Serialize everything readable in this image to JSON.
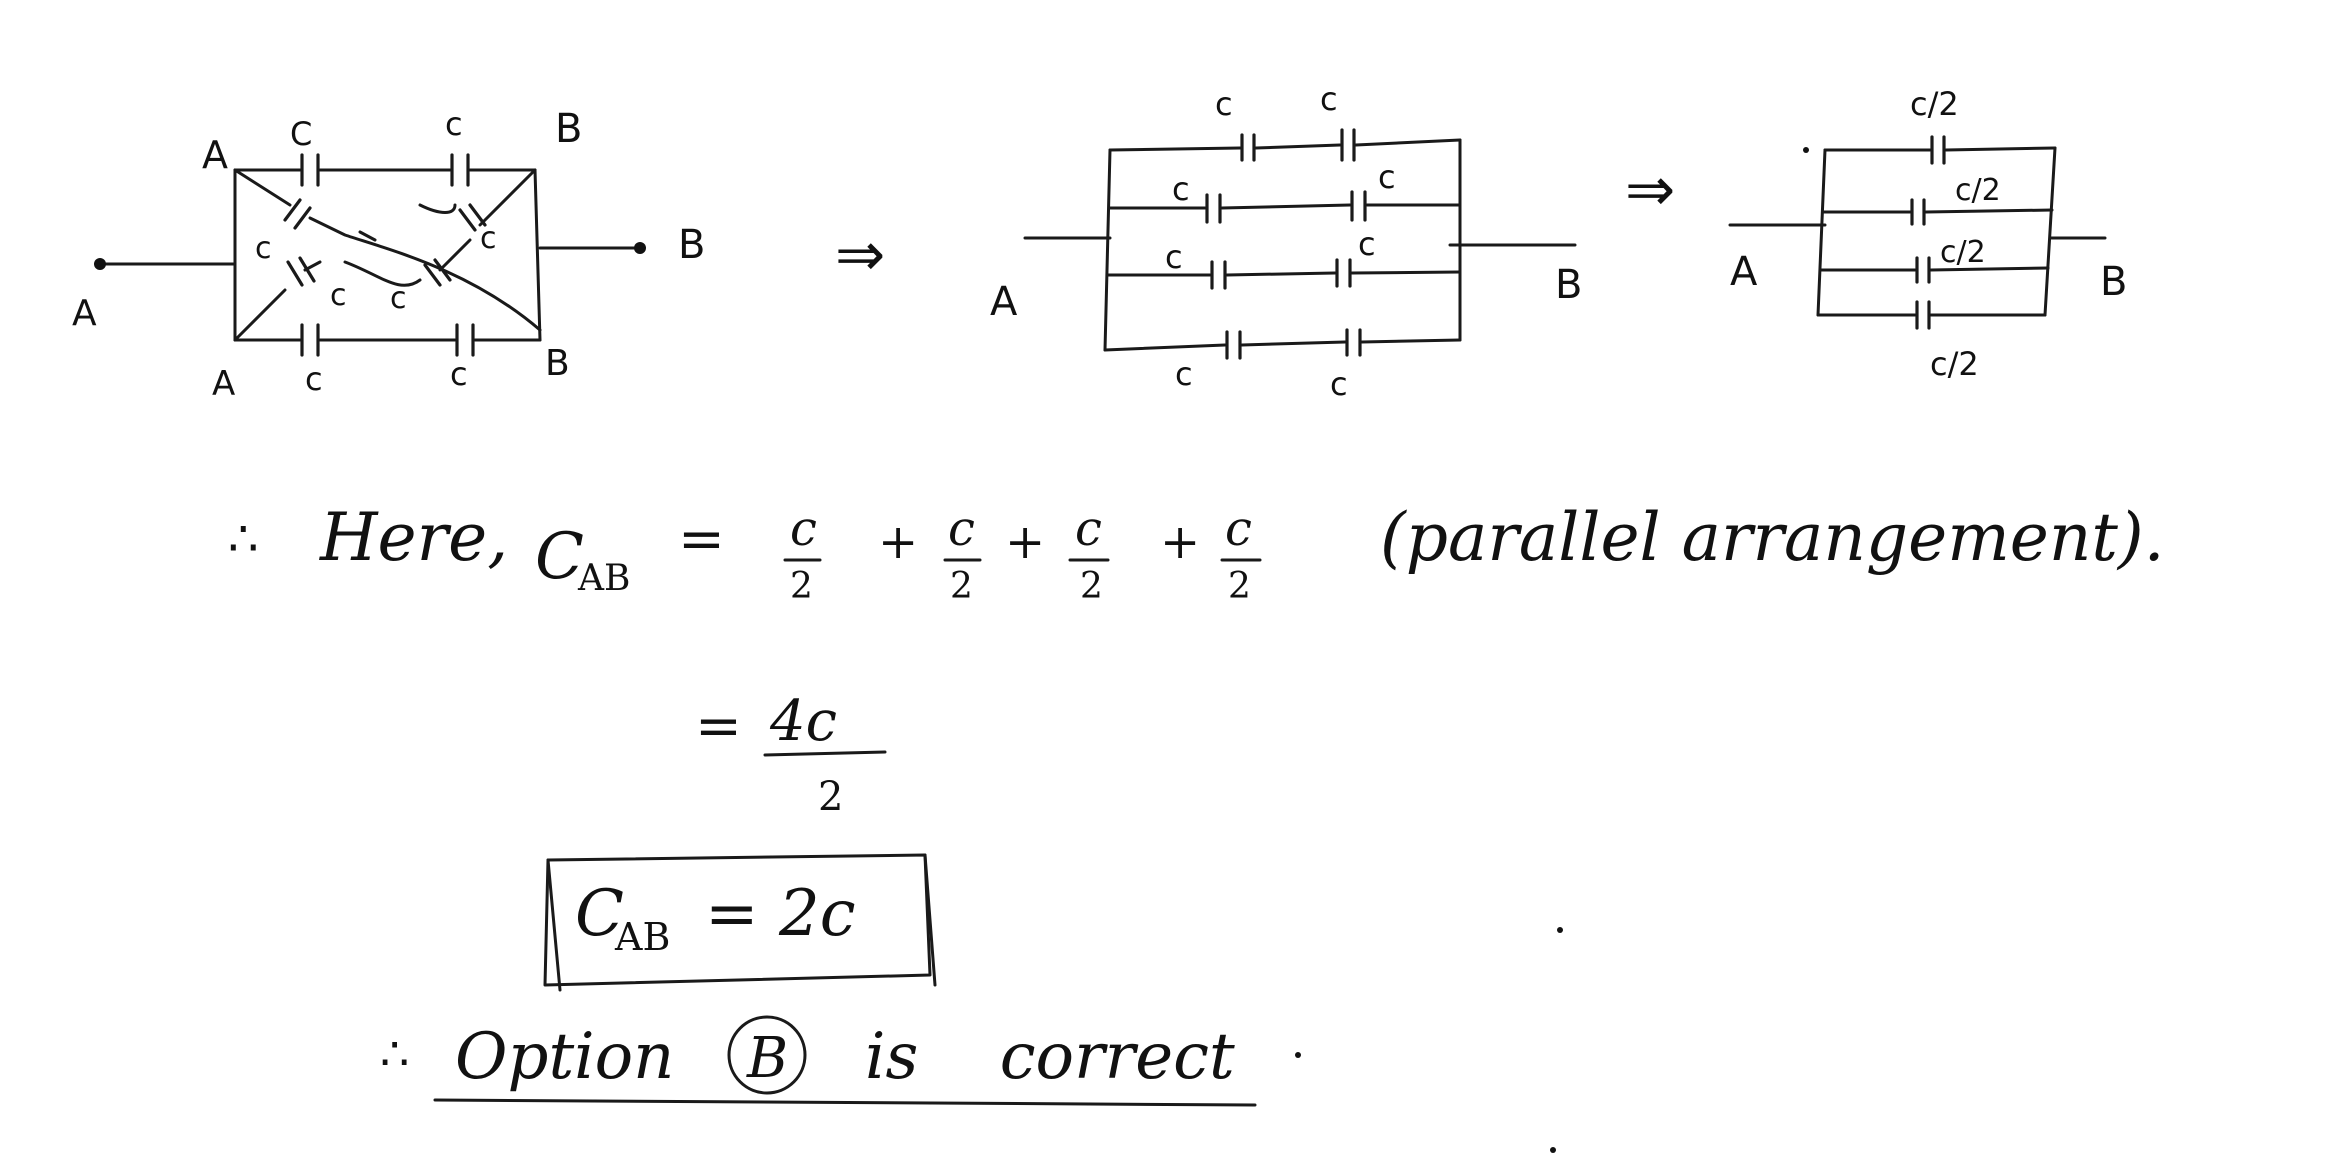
{
  "diagrams": {
    "circuit1": {
      "node_A_outer": "A",
      "node_A_top": "A",
      "node_A_bottom": "A",
      "node_B_top": "B",
      "node_B_right": "B",
      "node_B_bottom": "B",
      "cap_top_left": "C",
      "cap_top_right": "c",
      "cap_left_diag": "c",
      "cap_mid_left": "c",
      "cap_mid_right": "c",
      "cap_right_diag": "c",
      "cap_bottom_left": "c",
      "cap_bottom_right": "c"
    },
    "arrow1": "⇒",
    "circuit2": {
      "node_A": "A",
      "node_B": "B",
      "row1_left": "c",
      "row1_right": "c",
      "row2_left": "c",
      "row2_right": "c",
      "row3_left": "c",
      "row3_right": "c",
      "row4_left": "c",
      "row4_right": "c"
    },
    "arrow2": "⇒",
    "circuit3": {
      "node_A": "A",
      "node_B": "B",
      "row1": "c/2",
      "row2": "c/2",
      "row3": "c/2",
      "row4": "c/2"
    }
  },
  "work": {
    "therefore": "∴",
    "here_label": "Here,",
    "cab_symbol": "C",
    "cab_sub": "AB",
    "equals": "=",
    "fraction_num": "c",
    "fraction_den": "2",
    "plus": "+",
    "note": "(parallel arrangement).",
    "step2_equals": "=",
    "step2_num": "4c",
    "step2_den": "2",
    "result_symbol": "C",
    "result_sub": "AB",
    "result_rest": "= 2c",
    "conclusion_therefore": "∴",
    "conclusion_text": "Option",
    "option_letter": "B",
    "conclusion_tail": "is    correct"
  }
}
